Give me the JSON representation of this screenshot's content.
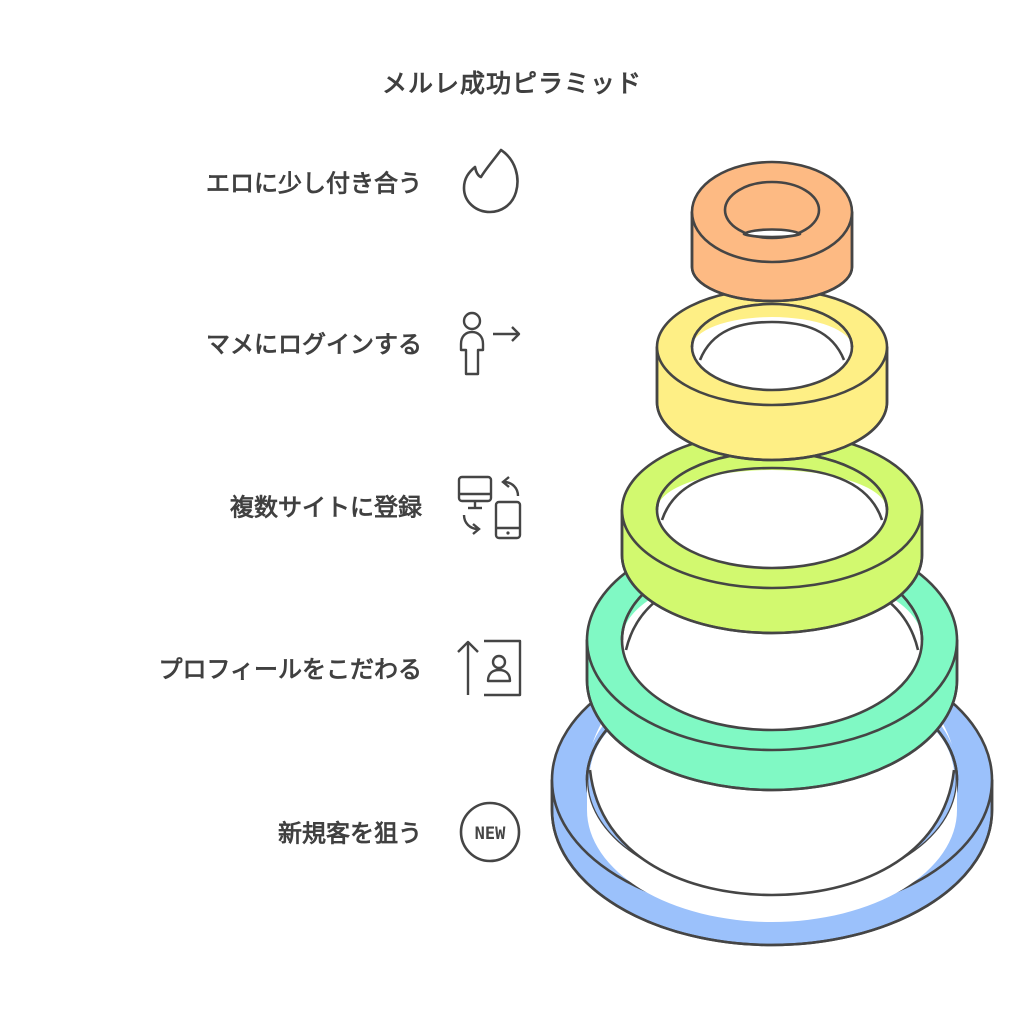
{
  "title": "メルレ成功ピラミッド",
  "levels": [
    {
      "label": "エロに少し付き合う",
      "icon": "flame-icon",
      "color": "#FDBA83"
    },
    {
      "label": "マメにログインする",
      "icon": "user-login-icon",
      "color": "#FEEF85"
    },
    {
      "label": "複数サイトに登録",
      "icon": "multi-device-icon",
      "color": "#D2F96F"
    },
    {
      "label": "プロフィールをこだわる",
      "icon": "profile-upgrade-icon",
      "color": "#80F9C4"
    },
    {
      "label": "新規客を狙う",
      "icon": "new-badge-icon",
      "color": "#9BC1FB"
    }
  ],
  "icons": {
    "new_badge_text": "NEW"
  },
  "stroke_color": "#454545"
}
